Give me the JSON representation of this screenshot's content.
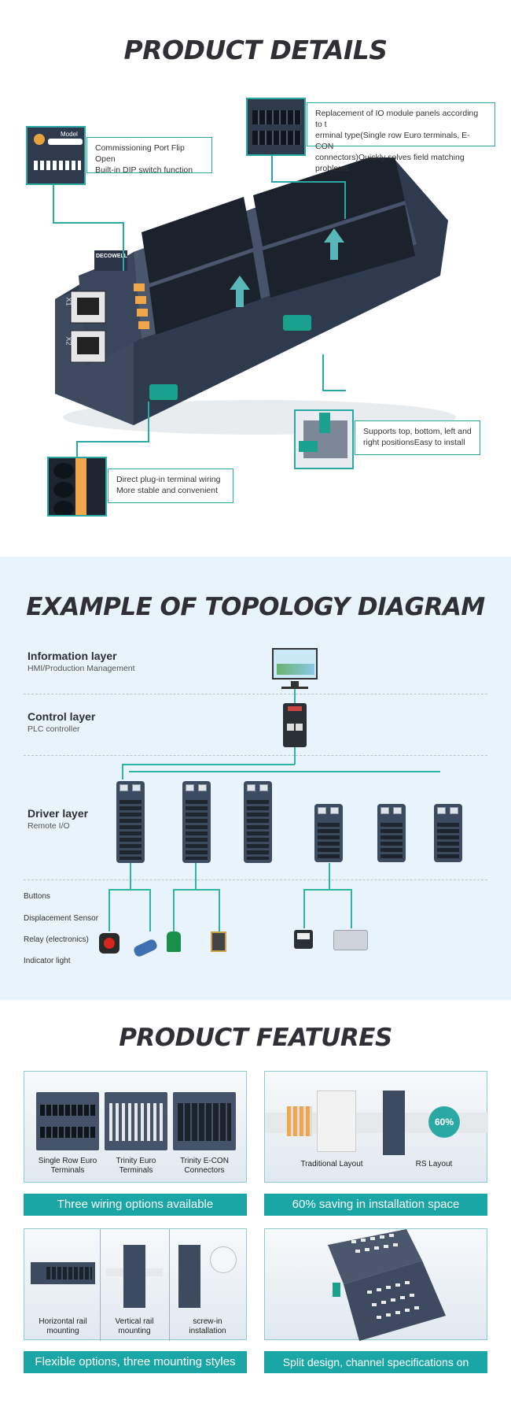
{
  "details": {
    "title": "PRODUCT DETAILS",
    "callouts": {
      "dip": {
        "line1": "Commissioning Port Flip Open",
        "line2": "Built-in DIP switch function",
        "thumb_label": "Model"
      },
      "panel": {
        "line1": "Replacement of IO module panels according to t",
        "line2": "erminal type(Single row Euro terminals, E-CON",
        "line3": "connectors)Quickly solves field matching problems"
      },
      "mount": {
        "line1": "Supports top, bottom, left and",
        "line2": "right positionsEasy to install"
      },
      "plugin": {
        "line1": "Direct plug-in terminal wiring",
        "line2": "More stable and convenient"
      }
    },
    "device": {
      "brand": "DECOWELL",
      "x1": "X1",
      "x2": "X2"
    }
  },
  "topology": {
    "title": "EXAMPLE OF TOPOLOGY DIAGRAM",
    "layers": [
      {
        "title": "Information layer",
        "sub": "HMI/Production Management"
      },
      {
        "title": "Control layer",
        "sub": "PLC controller"
      },
      {
        "title": "Driver layer",
        "sub": "Remote I/O"
      }
    ],
    "devices": [
      "Buttons",
      "Displacement Sensor",
      "Relay (electronics)",
      "Indicator light"
    ]
  },
  "features": {
    "title": "PRODUCT FEATURES",
    "card1": {
      "captions": [
        "Single Row Euro\nTerminals",
        "Trinity Euro\nTerminals",
        "Trinity E-CON\nConnectors"
      ],
      "bar": "Three wiring options available"
    },
    "card2": {
      "traditional": "Traditional Layout",
      "rs": "RS Layout",
      "badge": "60%",
      "bar": "60% saving in installation space"
    },
    "card3": {
      "captions": [
        "Horizontal rail\nmounting",
        "Vertical rail\nmounting",
        "screw-in\ninstallation"
      ],
      "bar": "Flexible options, three mounting styles"
    },
    "card4": {
      "bar": "Split design, channel specifications on demand"
    }
  },
  "colors": {
    "accent": "#2aa9a4",
    "bar": "#1ba6a6",
    "topology_bg": "#e8f3fc",
    "device": "#3b475c"
  }
}
